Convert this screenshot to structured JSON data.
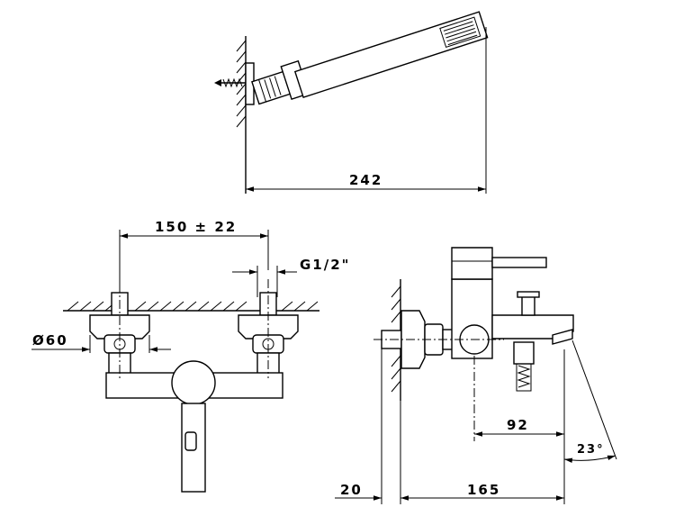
{
  "dimensions": {
    "handshower_length": "242",
    "centers": "150 ± 22",
    "thread": "G1/2\"",
    "diameter": "Ø60",
    "spout_projection": "92",
    "angle": "23°",
    "wall_offset": "20",
    "body_depth": "165"
  }
}
